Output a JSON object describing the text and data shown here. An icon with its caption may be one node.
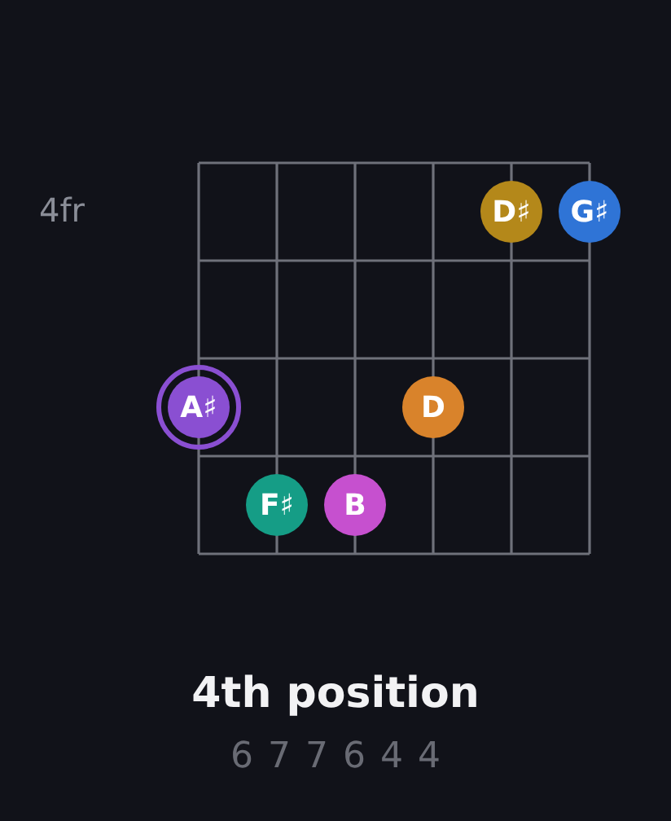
{
  "diagram": {
    "title": "4th position",
    "nodes": [
      {
        "text": [
          "D♯"
        ]
      },
      {
        "text": [
          "G♯"
        ]
      },
      {
        "text": [
          "A♯"
        ]
      },
      {
        "text": [
          "D"
        ]
      },
      {
        "text": [
          "F♯"
        ]
      },
      {
        "text": [
          "B"
        ]
      }
    ],
    "labels": [
      "4fr",
      "6 7 7 6 4 4"
    ]
  }
}
